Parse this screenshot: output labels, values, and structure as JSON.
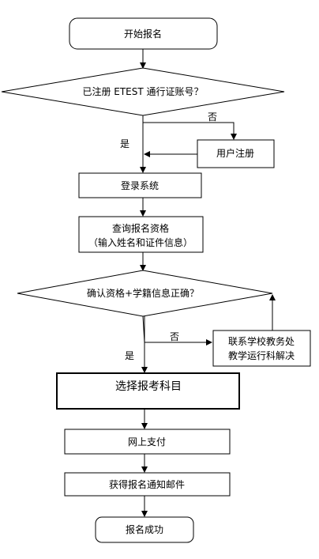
{
  "flowchart": {
    "start": "开始报名",
    "decision_account": "已注册 ETEST 通行证账号？",
    "label_no_1": "否",
    "label_yes_1": "是",
    "register": "用户注册",
    "login": "登录系统",
    "query_line1": "查询报名资格",
    "query_line2": "（输入姓名和证件信息）",
    "decision_info": "确认资格+学籍信息正确？",
    "label_no_2": "否",
    "label_yes_2": "是",
    "contact_line1": "联系学校教务处",
    "contact_line2": "教学运行科解决",
    "select_subject": "选择报考科目",
    "pay": "网上支付",
    "get_email": "获得报名通知邮件",
    "success": "报名成功"
  }
}
